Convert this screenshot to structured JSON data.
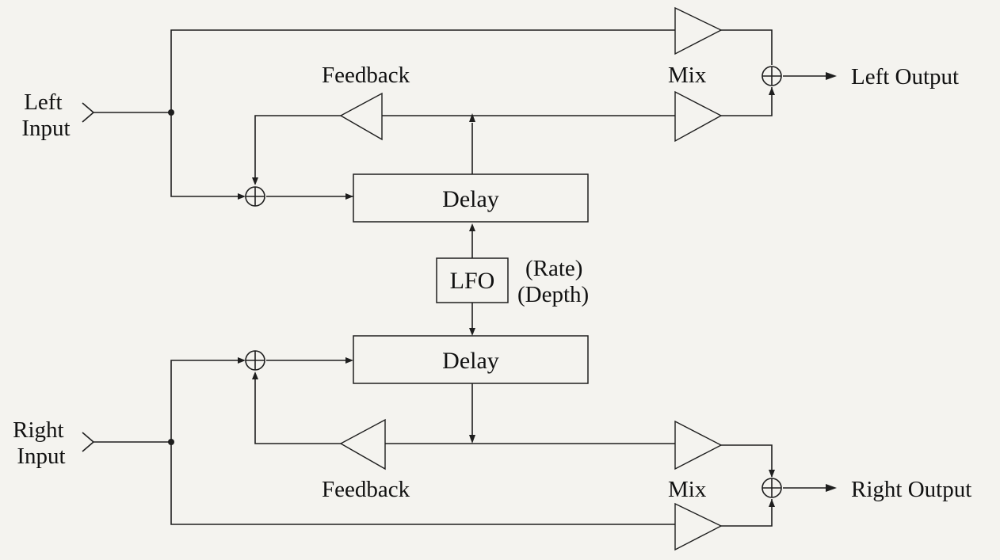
{
  "labels": {
    "left_input": [
      "Left",
      "Input"
    ],
    "right_input": [
      "Right",
      "Input"
    ],
    "left_output": "Left Output",
    "right_output": "Right Output",
    "feedback_top": "Feedback",
    "feedback_bottom": "Feedback",
    "mix_top": "Mix",
    "mix_bottom": "Mix",
    "delay_top": "Delay",
    "delay_bottom": "Delay",
    "lfo": "LFO",
    "rate": "(Rate)",
    "depth": "(Depth)"
  },
  "colors": {
    "line": "#1e1e1e",
    "background": "#f4f3ef"
  }
}
